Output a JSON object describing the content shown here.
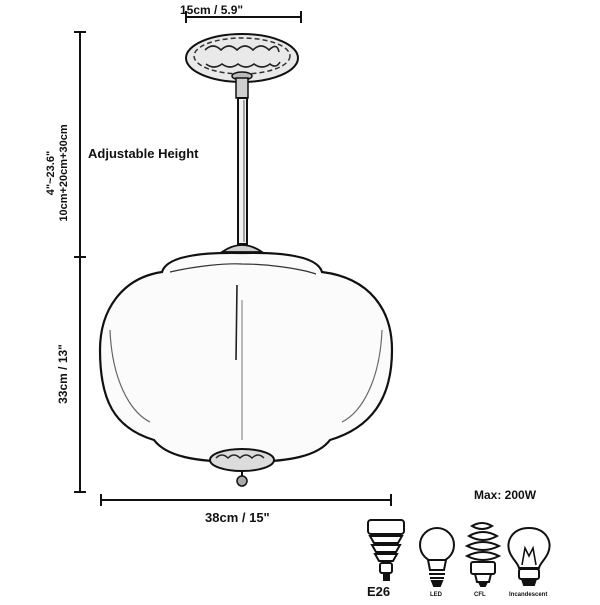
{
  "dimensions": {
    "canopy_width": "15cm / 5.9\"",
    "adjustable_label": "Adjustable Height",
    "rod_range_inch": "4\"~23.6\"",
    "rod_range_cm": "10cm+20cm+30cm",
    "shade_height": "33cm / 13\"",
    "shade_width": "38cm / 15\""
  },
  "specs": {
    "max_wattage": "Max: 200W",
    "bulbs": [
      {
        "type": "E26",
        "icon": "socket-icon"
      },
      {
        "type": "LED",
        "icon": "led-bulb-icon"
      },
      {
        "type": "CFL",
        "icon": "cfl-bulb-icon"
      },
      {
        "type": "Incandescent",
        "icon": "incandescent-bulb-icon"
      }
    ]
  },
  "colors": {
    "line": "#111111",
    "background": "#ffffff"
  }
}
